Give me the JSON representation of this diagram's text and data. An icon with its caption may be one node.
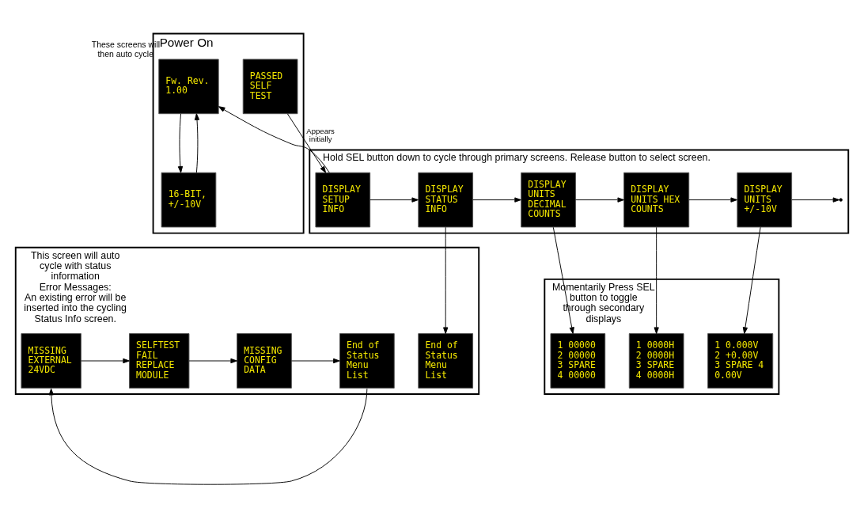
{
  "diagram": {
    "nodes": [
      {
        "text": [
          "Power On"
        ]
      },
      {
        "text": [
          "PASSED SELF TEST"
        ],
        "in": 0
      },
      {
        "text": [
          "Fw. Rev. 1.00"
        ],
        "in": 0,
        "beside": [
          "These screens will then auto cycle"
        ]
      },
      {
        "text": [
          "16-BIT, +/-10V"
        ],
        "in": 0
      },
      {
        "text": [
          "Hold SEL button down to cycle through primary screens. Release button to select screen."
        ]
      },
      {
        "text": [
          "DISPLAY SETUP INFO"
        ],
        "in": 4
      },
      {
        "text": [
          "DISPLAY STATUS INFO"
        ],
        "in": 4
      },
      {
        "text": [
          "DISPLAY UNITS DECIMAL COUNTS"
        ],
        "in": 4
      },
      {
        "text": [
          "DISPLAY UNITS HEX COUNTS"
        ],
        "in": 4
      },
      {
        "text": [
          "DISPLAY UNITS +/-10V"
        ],
        "in": 4
      },
      {
        "text": [
          "Momentarily Press SEL button to toggle through secondary displays"
        ]
      },
      {
        "text": [
          "1 00000 2 00000 3 SPARE 4 00000"
        ],
        "in": 10
      },
      {
        "text": [
          "1 0000H 2 0000H 3 SPARE 4 0000H"
        ],
        "in": 10
      },
      {
        "text": [
          "1 0.000V 2 +0.00V 3 SPARE 4 0.00V"
        ],
        "in": 10
      },
      {
        "text": [
          "This screen will auto cycle with status information",
          "Error Messages:",
          "An existing error will be inserted into the cycling Status Info screen."
        ]
      },
      {
        "text": [
          "End of Status Menu List"
        ],
        "in": 14
      },
      {
        "text": [
          "MISSING EXTERNAL 24VDC"
        ],
        "in": 14
      },
      {
        "text": [
          "SELFTEST FAIL REPLACE MODULE"
        ],
        "in": 14
      },
      {
        "text": [
          "MISSING CONFIG DATA"
        ],
        "in": 14
      },
      {
        "text": [
          "End of Status Menu List"
        ],
        "in": 14
      }
    ],
    "edges": [
      {
        "from": 1,
        "to": 5,
        "arrow": "to",
        "label": "Appears initially"
      },
      {
        "from": 5,
        "to": 6,
        "arrow": "to"
      },
      {
        "from": 6,
        "to": 7,
        "arrow": "to"
      },
      {
        "from": 7,
        "to": 8,
        "arrow": "to"
      },
      {
        "from": 8,
        "to": 9,
        "arrow": "to"
      },
      {
        "from": 9,
        "to": null,
        "arrow": "to"
      },
      {
        "from": 5,
        "to": 2,
        "arrow": "to"
      },
      {
        "from": 6,
        "to": 15,
        "arrow": "to"
      },
      {
        "from": 7,
        "to": 11,
        "arrow": "to"
      },
      {
        "from": 8,
        "to": 12,
        "arrow": "to"
      },
      {
        "from": 9,
        "to": 13,
        "arrow": "to"
      },
      {
        "from": 2,
        "to": 3,
        "arrow": "to"
      },
      {
        "from": 3,
        "to": 2,
        "arrow": "to"
      },
      {
        "from": 16,
        "to": 17,
        "arrow": "to"
      },
      {
        "from": 17,
        "to": 18,
        "arrow": "to"
      },
      {
        "from": 18,
        "to": 19,
        "arrow": "to"
      },
      {
        "from": 19,
        "to": 16,
        "arrow": "to"
      }
    ]
  }
}
